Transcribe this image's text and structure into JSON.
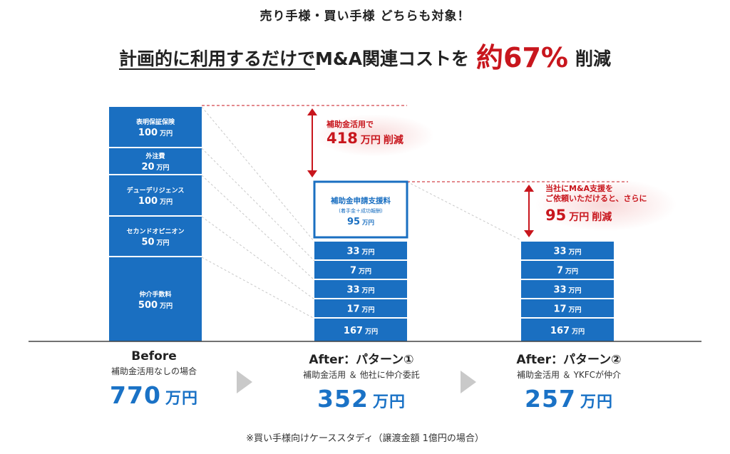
{
  "header": {
    "subtitle": "売り手様・買い手様 どちらも対象！",
    "headline_underlined": "計画的に利用するだけで",
    "headline_mid": "M&A関連コストを",
    "headline_highlight": "約67%",
    "headline_end": "削減"
  },
  "chart_data": {
    "type": "bar",
    "unit": "万円",
    "stacks": [
      {
        "title": "Before",
        "subtitle": "補助金活用なしの場合",
        "total": "770",
        "segments": [
          {
            "label": "仲介手数料",
            "value": 500
          },
          {
            "label": "セカンドオピニオン",
            "value": 50
          },
          {
            "label": "デューデリジェンス",
            "value": 100
          },
          {
            "label": "外注費",
            "value": 20
          },
          {
            "label": "表明保証保険",
            "value": 100
          }
        ]
      },
      {
        "title": "After：パターン①",
        "subtitle": "補助金活用 ＆ 他社に仲介委託",
        "total": "352",
        "segments": [
          {
            "label": "",
            "value": 167
          },
          {
            "label": "",
            "value": 17
          },
          {
            "label": "",
            "value": 33
          },
          {
            "label": "",
            "value": 7
          },
          {
            "label": "",
            "value": 33
          },
          {
            "label": "補助金申請支援料",
            "sublabel": "(着手金＋成功報酬)",
            "value": 95,
            "outlined": true
          }
        ]
      },
      {
        "title": "After：パターン②",
        "subtitle": "補助金活用 ＆ YKFCが仲介",
        "total": "257",
        "segments": [
          {
            "label": "",
            "value": 167
          },
          {
            "label": "",
            "value": 17
          },
          {
            "label": "",
            "value": 33
          },
          {
            "label": "",
            "value": 7
          },
          {
            "label": "",
            "value": 33
          }
        ]
      }
    ],
    "reductions": [
      {
        "note": "補助金活用で",
        "value": "418",
        "suffix": "削減"
      },
      {
        "note_line1": "当社にM&A支援を",
        "note_line2": "ご依頼いただけると、さらに",
        "value": "95",
        "suffix": "削減"
      }
    ]
  },
  "colors": {
    "bar": "#1a6fc1",
    "accent_red": "#c8161d",
    "total_blue": "#1a72c6",
    "arrow_gray": "#c9c9c9"
  },
  "footnote": "※買い手様向けケーススタディ（譲渡金額 1億円の場合）"
}
